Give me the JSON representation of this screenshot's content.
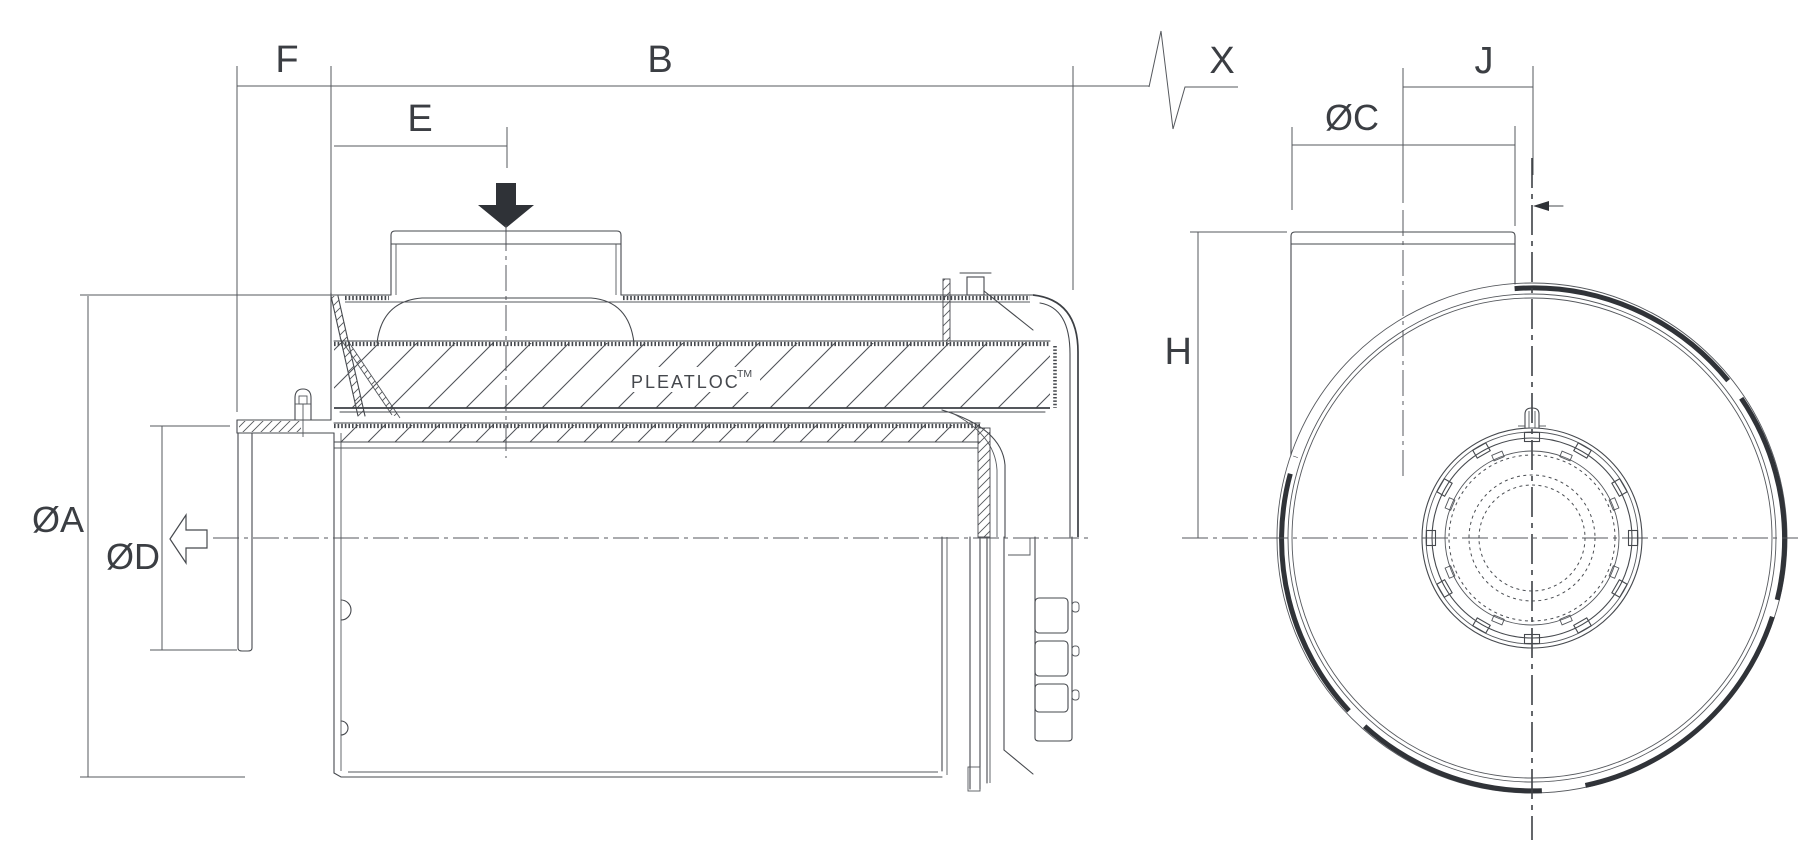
{
  "colors": {
    "line": "#46494e",
    "line_dark": "#2f3237",
    "dimension_line": "#55585d",
    "label_text": "#3b3e43",
    "background": "#ffffff"
  },
  "side_view": {
    "label_f": "F",
    "label_b": "B",
    "label_x": "X",
    "label_e": "E",
    "label_dia_a": "ØA",
    "label_dia_d": "ØD",
    "media_text": "PLEATLOC",
    "media_trademark": "TM"
  },
  "end_view": {
    "label_dia_c": "ØC",
    "label_j": "J",
    "label_h": "H"
  }
}
